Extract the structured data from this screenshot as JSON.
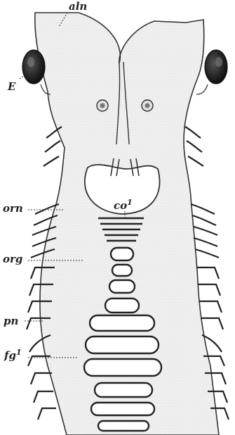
{
  "figure": {
    "labels": {
      "aln": "aln",
      "E": "E",
      "co1": "co",
      "co1_sup": "1",
      "orn": "orn",
      "org": "org",
      "pn": "pn",
      "fg1": "fg",
      "fg1_sup": "1"
    },
    "colors": {
      "ink": "#222222",
      "tissue": "#efefef",
      "background": "#ffffff",
      "eye": "#333333"
    }
  }
}
